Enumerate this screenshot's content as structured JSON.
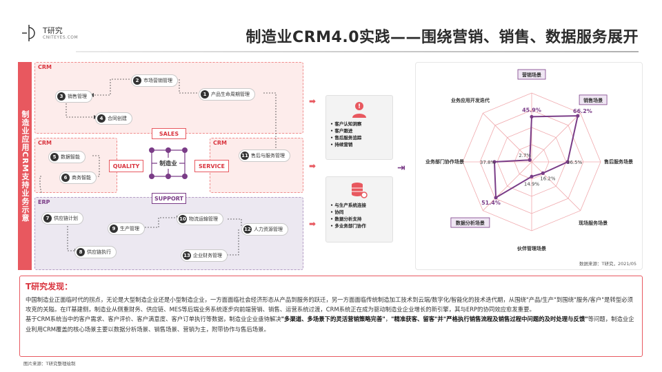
{
  "brand": {
    "name": "T研究",
    "sub": "CNITEYES.COM"
  },
  "title": "制造业CRM4.0实践——围绕营销、销售、数据服务展开",
  "left_tab": "制造业应用CRM支持业务示意",
  "panels": {
    "crm1": "CRM",
    "crm2": "CRM",
    "crm3": "CRM",
    "erp": "ERP"
  },
  "nodes": [
    {
      "num": "1",
      "label": "产品生命周期管理"
    },
    {
      "num": "2",
      "label": "市场营销管理"
    },
    {
      "num": "3",
      "label": "销售管理"
    },
    {
      "num": "4",
      "label": "合同创建"
    },
    {
      "num": "5",
      "label": "数据智能"
    },
    {
      "num": "6",
      "label": "商务智能"
    },
    {
      "num": "7",
      "label": "供应链计划"
    },
    {
      "num": "8",
      "label": "供应链执行"
    },
    {
      "num": "9",
      "label": "生产管理"
    },
    {
      "num": "10",
      "label": "物流运输管理"
    },
    {
      "num": "11",
      "label": "售后与服务管理"
    },
    {
      "num": "12",
      "label": "人力资源管理"
    },
    {
      "num": "13",
      "label": "企业财务管理"
    }
  ],
  "hub": {
    "sales": "SALES",
    "quality": "QUALITY",
    "center": "制造业",
    "service": "SERVICE",
    "support": "SUPPORT"
  },
  "right_box_1": {
    "items": [
      "客户认知洞察",
      "客户跟进",
      "售后服务追踪",
      "持续营销"
    ]
  },
  "right_box_2": {
    "items": [
      "与生产系统连接",
      "协同",
      "数据分析支持",
      "多业务部门协作"
    ]
  },
  "radar": {
    "source": "数据来源：T研究，2021/05",
    "axes": [
      {
        "label": "营销场景",
        "value": 45.9,
        "value_text": "45.9%",
        "highlight": true
      },
      {
        "label": "销售场景",
        "value": 66.2,
        "value_text": "66.2%",
        "highlight": true
      },
      {
        "label": "售后服务场景",
        "value": 36.5,
        "value_text": "36.5%",
        "highlight": false
      },
      {
        "label": "现场服务场景",
        "value": 16.2,
        "value_text": "16.2%",
        "highlight": false
      },
      {
        "label": "伙伴管理场景",
        "value": 14.9,
        "value_text": "14.9%",
        "highlight": false
      },
      {
        "label": "数据分析场景",
        "value": 51.4,
        "value_text": "51.4%",
        "highlight": true
      },
      {
        "label": "业务部门协作场景",
        "value": 37.8,
        "value_text": "37.8%",
        "highlight": false
      },
      {
        "label": "业务应用开发迭代",
        "value": 2.7,
        "value_text": "2.7%",
        "highlight": false
      }
    ],
    "max": 70,
    "colors": {
      "line": "#7a3c87",
      "grid": "#f0a9ad",
      "tag_bg": "#efe6f3",
      "tag_border": "#7a3c87"
    }
  },
  "findings": {
    "title": "T研究发现：",
    "p1": "中国制造业正面临时代的拐点，无论是大型制造企业还是小型制造企业，一方面面临社会经济形态从产品到服务的跃迁，另一方面面临传统制造加工技术到云端/数字化/智能化的技术迭代期，从围绕\"产品/生产\"到围绕\"服务/客户\"是转型必须攻克的关隘。在IT基建侧，制造业从侧重财务、供应链、MES等后端业务系统逐步向前端营销、销售、运营系统过渡，CRM系统正在成为驱动制造业企业增长的新引擎，其与ERP的协同效应愈发重要。",
    "p2_a": "基于CRM系统当中的客户需求、客户评价、客户满意度、客户订单执行等数据，制造业企业亟待解决",
    "p2_b1": "\"多渠道、多场景下的灵活营销策略完善\"",
    "p2_sep": "，",
    "p2_b2": "\"精准获客、留客\"并\"严格执行销售流程及销售过程中问题的及时处理与反馈\"",
    "p2_c": "等问题，制造业企业利用CRM覆盖的核心场景主要以数据分析场景、销售场景、营销为主，附带协作与售后场景。"
  },
  "image_source": "图片来源：T研究整理绘制"
}
